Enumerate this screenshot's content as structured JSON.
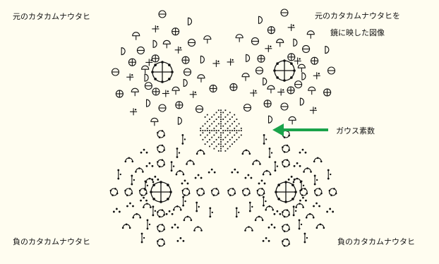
{
  "labels": {
    "top_left": "元のカタカムナウタヒ",
    "top_right_line1": "元のカタカムナウタヒを",
    "top_right_line2": "鏡に映した図像",
    "arrow": "ガウス素数",
    "bottom_left": "負のカタカムナウタヒ",
    "bottom_right": "負のカタカムナウタヒ"
  },
  "colors": {
    "background": "#fffdf0",
    "ink": "#111111",
    "arrow": "#1aa34a"
  }
}
